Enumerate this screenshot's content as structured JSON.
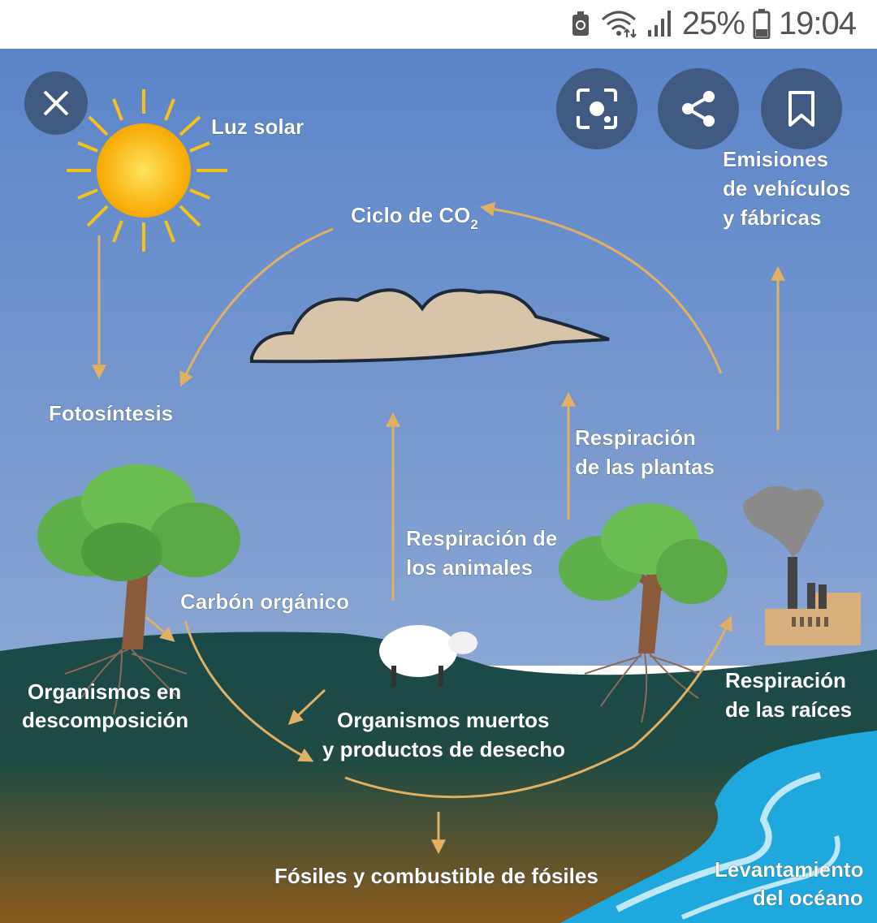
{
  "status_bar": {
    "battery_percent": "25%",
    "time": "19:04",
    "icons": [
      "recycle-notification-icon",
      "wifi-icon",
      "signal-icon",
      "battery-icon"
    ]
  },
  "viewer": {
    "close_icon": "close-icon",
    "lens_icon": "lens-search-icon",
    "share_icon": "share-icon",
    "bookmark_icon": "bookmark-icon"
  },
  "diagram": {
    "sunlight": "Luz solar",
    "co2_cycle": "Ciclo de CO",
    "co2_subscript": "2",
    "emissions": [
      "Emisiones",
      "de vehículos",
      "y fábricas"
    ],
    "photosynthesis": "Fotosíntesis",
    "plant_respiration": [
      "Respiración",
      "de las plantas"
    ],
    "animal_respiration": [
      "Respiración de",
      "los animales"
    ],
    "organic_carbon": "Carbón orgánico",
    "decomposing": [
      "Organismos en",
      "descomposición"
    ],
    "dead_organisms": [
      "Organismos muertos",
      "y productos de desecho"
    ],
    "root_respiration": [
      "Respiración",
      "de las raíces"
    ],
    "fossils": "Fósiles y combustible de fósiles",
    "ocean_uplift": [
      "Levantamiento",
      "del océano"
    ]
  },
  "colors": {
    "sky_top": "#5b84c9",
    "sky_bottom": "#8aa6d3",
    "ground_top": "#1a4a48",
    "ground_bottom": "#8a5a1c",
    "arrow": "#e2b062",
    "button_bg": "#415a82"
  }
}
